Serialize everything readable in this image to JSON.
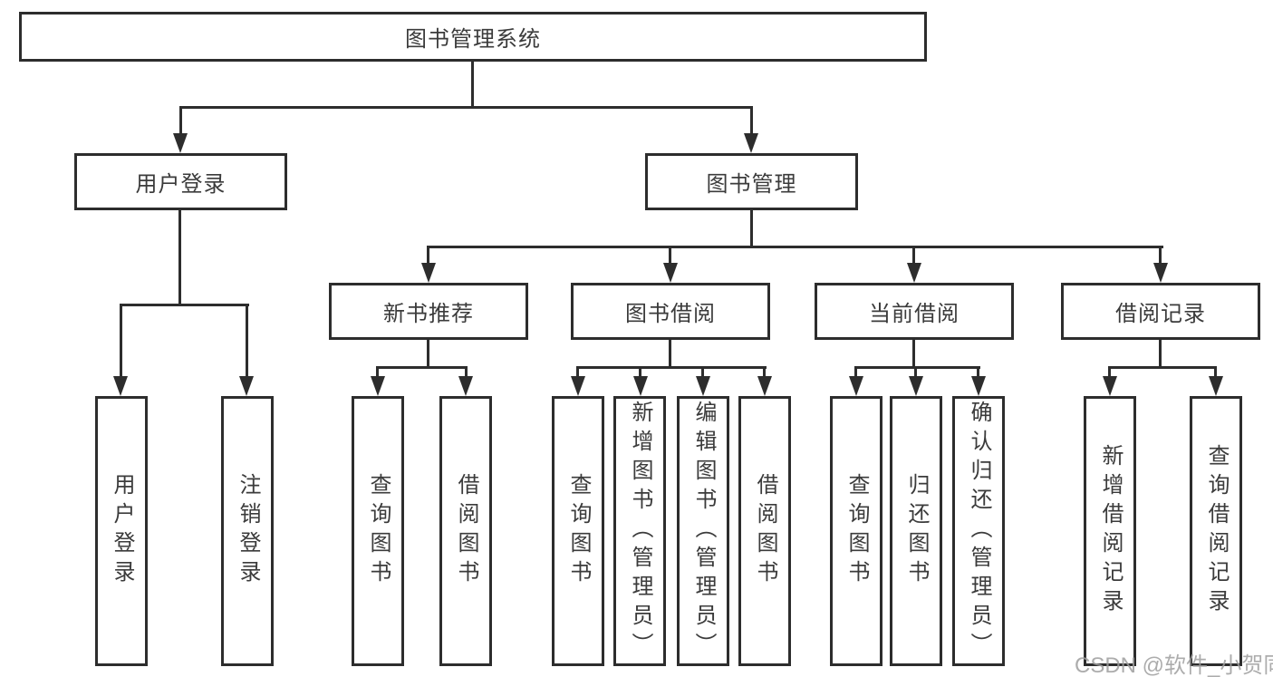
{
  "tree": {
    "root": {
      "label": "图书管理系统",
      "children": [
        {
          "label": "用户登录",
          "children": [
            {
              "label": "用户登录"
            },
            {
              "label": "注销登录"
            }
          ]
        },
        {
          "label": "图书管理",
          "children": [
            {
              "label": "新书推荐",
              "children": [
                {
                  "label": "查询图书"
                },
                {
                  "label": "借阅图书"
                }
              ]
            },
            {
              "label": "图书借阅",
              "children": [
                {
                  "label": "查询图书"
                },
                {
                  "label": "新增图书（管理员）"
                },
                {
                  "label": "编辑图书（管理员）"
                },
                {
                  "label": "借阅图书"
                }
              ]
            },
            {
              "label": "当前借阅",
              "children": [
                {
                  "label": "查询图书"
                },
                {
                  "label": "归还图书"
                },
                {
                  "label": "确认归还（管理员）"
                }
              ]
            },
            {
              "label": "借阅记录",
              "children": [
                {
                  "label": "新增借阅记录"
                },
                {
                  "label": "查询借阅记录"
                }
              ]
            }
          ]
        }
      ]
    }
  },
  "watermark": {
    "text": "CSDN @软件_小贺同学"
  },
  "colors": {
    "line": "#2d2d2d",
    "text": "#3b3b3b",
    "watermark": "#9e9e9e"
  }
}
